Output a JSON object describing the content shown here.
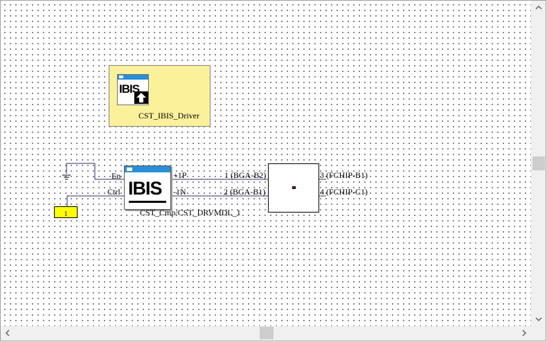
{
  "driver_block": {
    "label": "CST_IBIS_Driver",
    "icon_text": "IBIS",
    "fill": "#fbf19b"
  },
  "main_component": {
    "icon_text": "IBIS",
    "name": "CST_Cmp/CST_DRVMDL_1",
    "pins": {
      "en": "En",
      "ctrl": "Ctrl",
      "p": "+1P",
      "n": "-1N"
    }
  },
  "source_block": {
    "value": "1",
    "fill": "#ffff00"
  },
  "connector": {
    "left_pins": [
      "1 (BGA-B2)",
      "2 (BGA-B1)"
    ],
    "right_pins": [
      "3 (FCHIP-B1)",
      "4 (FCHIP-C1)"
    ]
  },
  "colors": {
    "wire": "#2b2b7a",
    "grid_dot": "#000000"
  }
}
